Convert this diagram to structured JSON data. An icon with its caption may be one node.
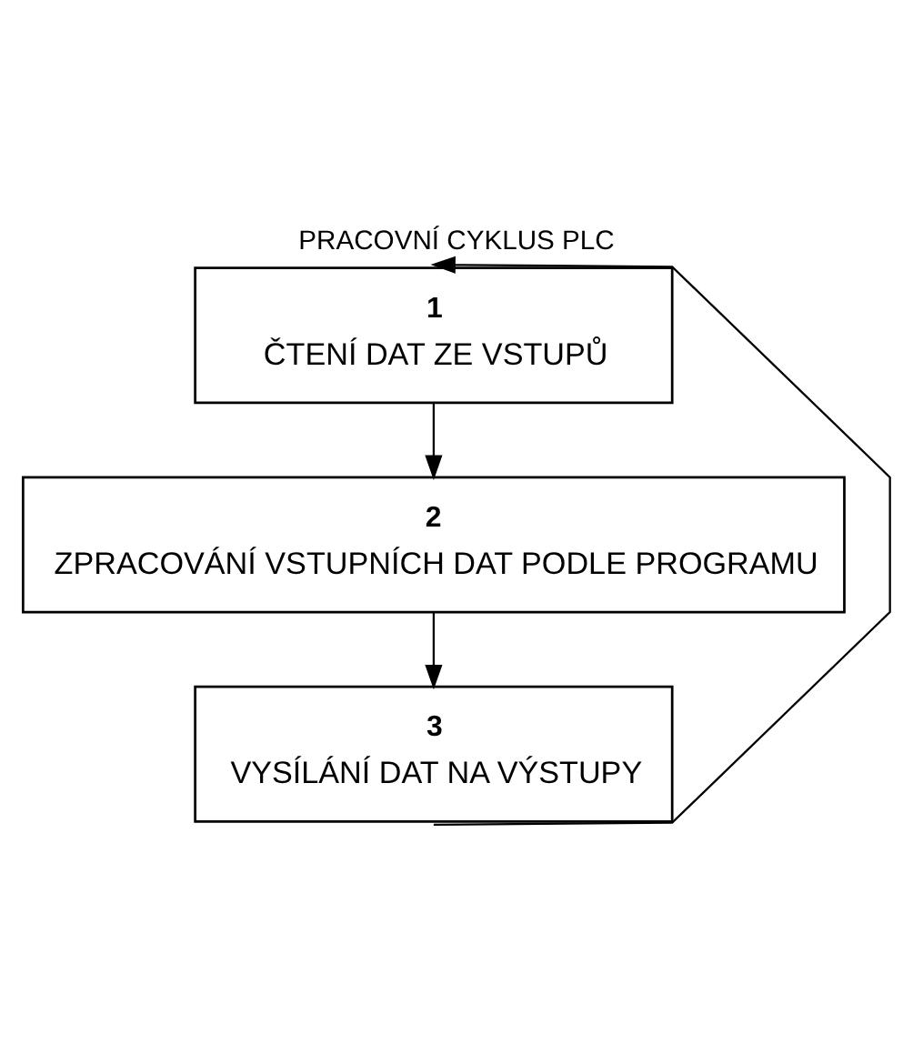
{
  "diagram": {
    "title": "PRACOVNÍ CYKLUS PLC",
    "nodes": [
      {
        "text": [
          "1",
          "ČTENÍ DAT ZE VSTUPŮ"
        ]
      },
      {
        "text": [
          "2",
          "ZPRACOVÁNÍ VSTUPNÍCH DAT PODLE PROGRAMU"
        ]
      },
      {
        "text": [
          "3",
          "VYSÍLÁNÍ DAT NA VÝSTUPY"
        ]
      }
    ],
    "edges": [
      {
        "from": 0,
        "to": 1,
        "arrow": "to"
      },
      {
        "from": 1,
        "to": 2,
        "arrow": "to"
      },
      {
        "from": 2,
        "to": 0,
        "arrow": "to"
      }
    ]
  }
}
